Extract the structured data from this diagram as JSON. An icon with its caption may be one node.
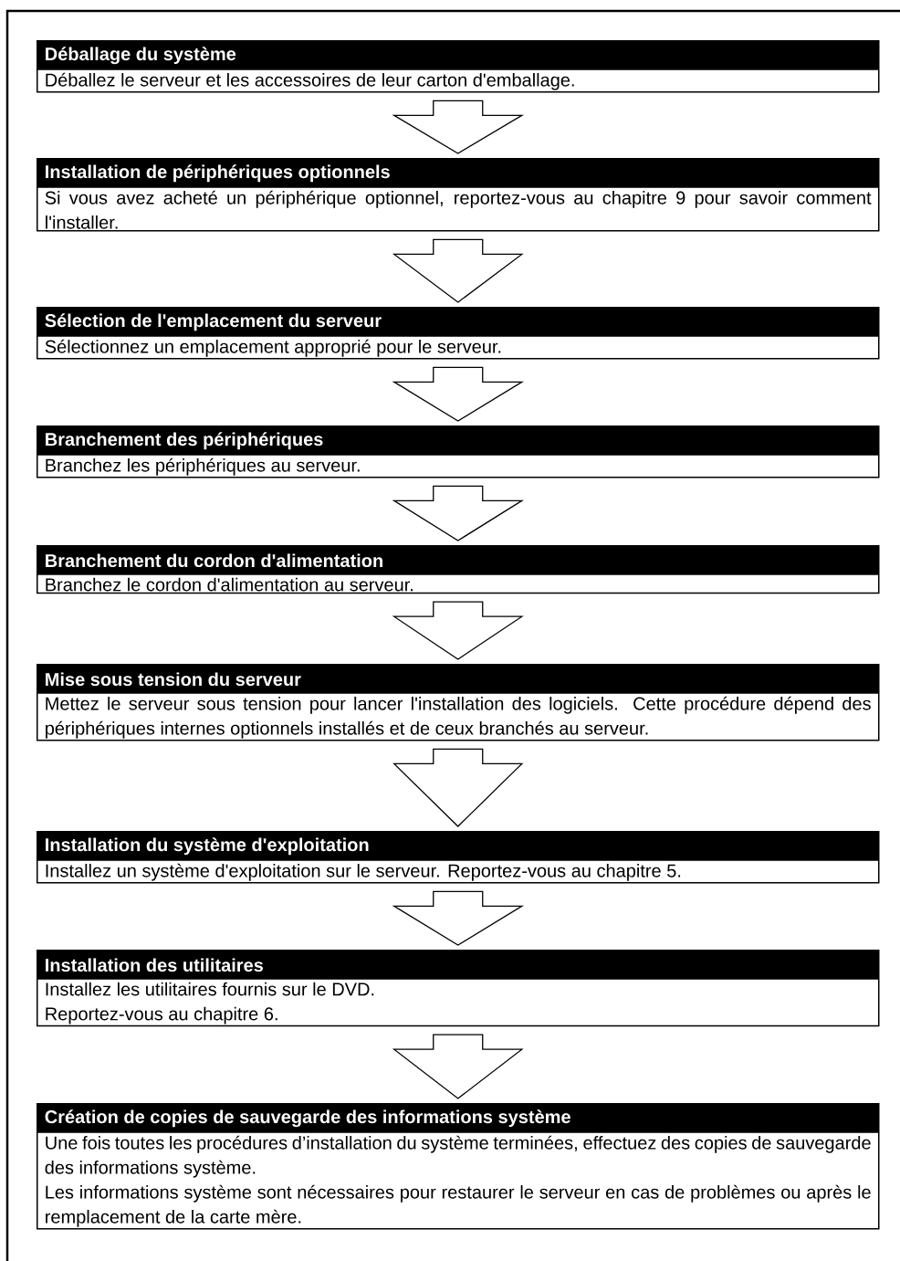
{
  "diagram": {
    "nodes": [
      {
        "text": [
          "Déballage du système",
          "Déballez le serveur et les accessoires de leur carton d'emballage."
        ]
      },
      {
        "text": [
          "Installation de périphériques optionnels",
          "Si vous avez acheté un périphérique optionnel, reportez-vous au chapitre 9 pour savoir comment l'installer."
        ]
      },
      {
        "text": [
          "Sélection de l'emplacement du serveur",
          "Sélectionnez un emplacement approprié pour le serveur."
        ]
      },
      {
        "text": [
          "Branchement des périphériques",
          "Branchez les périphériques au serveur."
        ]
      },
      {
        "text": [
          "Branchement du cordon d'alimentation",
          "Branchez le cordon d'alimentation au serveur."
        ]
      },
      {
        "text": [
          "Mise sous tension du serveur",
          "Mettez le serveur sous tension pour lancer l'installation des logiciels. Cette procédure dépend des périphériques internes optionnels installés et de ceux branchés au serveur."
        ]
      },
      {
        "text": [
          "Installation du système d'exploitation",
          "Installez un système d'exploitation sur le serveur. Reportez-vous au chapitre 5."
        ]
      },
      {
        "text": [
          "Installation des utilitaires",
          "Installez les utilitaires fournis sur le DVD.",
          "Reportez-vous au chapitre 6."
        ]
      },
      {
        "text": [
          "Création de copies de sauvegarde des informations système",
          "Une fois toutes les procédures d’installation du système terminées, effectuez des copies de sauvegarde des informations système.",
          "Les informations système sont nécessaires pour restaurer le serveur en cas de problèmes ou après le remplacement de la carte mère."
        ]
      }
    ],
    "edges": [
      {
        "from": 0,
        "to": 1,
        "arrow": "to"
      },
      {
        "from": 1,
        "to": 2,
        "arrow": "to"
      },
      {
        "from": 2,
        "to": 3,
        "arrow": "to"
      },
      {
        "from": 3,
        "to": 4,
        "arrow": "to"
      },
      {
        "from": 4,
        "to": 5,
        "arrow": "to"
      },
      {
        "from": 5,
        "to": 6,
        "arrow": "to"
      },
      {
        "from": 6,
        "to": 7,
        "arrow": "to"
      },
      {
        "from": 7,
        "to": 8,
        "arrow": "to"
      }
    ]
  }
}
